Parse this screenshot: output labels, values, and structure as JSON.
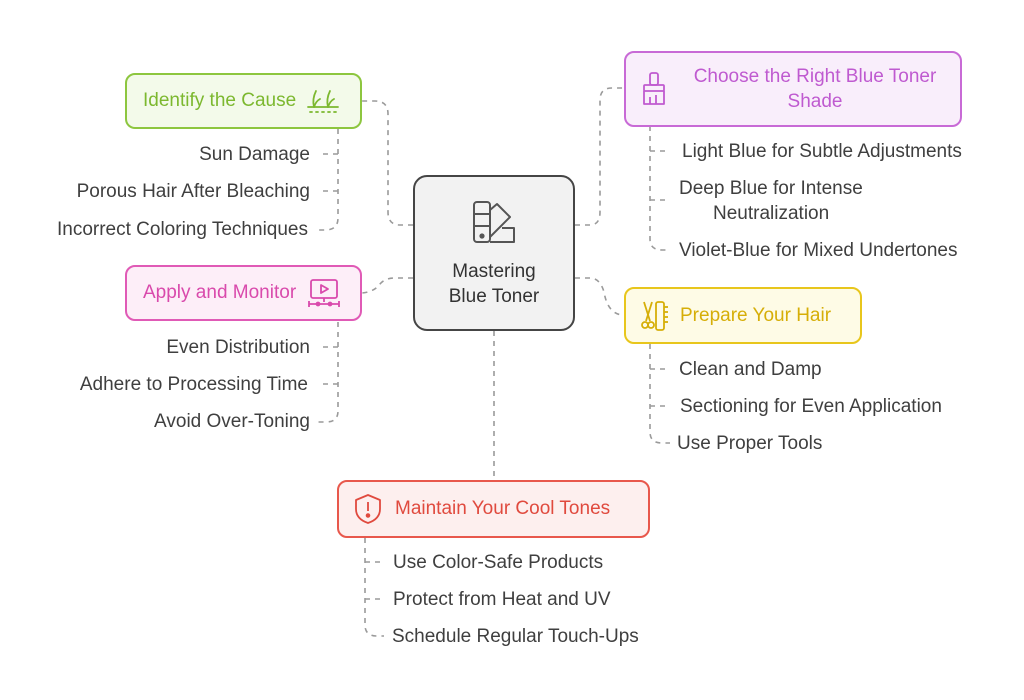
{
  "center": {
    "title_line1": "Mastering",
    "title_line2": "Blue Toner",
    "icon": "color-swatch-icon"
  },
  "branches": {
    "identify": {
      "title": "Identify the Cause",
      "icon": "hair-follicle-icon",
      "color": "#8dc63f",
      "fill": "#f3faea",
      "items": [
        "Sun Damage",
        "Porous Hair After Bleaching",
        "Incorrect Coloring Techniques"
      ]
    },
    "choose": {
      "title_line1": "Choose the Right Blue Toner",
      "title_line2": "Shade",
      "icon": "paint-brush-icon",
      "color": "#c86ad6",
      "fill": "#f9eefb",
      "items": [
        "Light Blue for Subtle Adjustments",
        "Deep Blue for Intense",
        "Neutralization",
        "Violet-Blue for Mixed Undertones"
      ]
    },
    "apply": {
      "title": "Apply and Monitor",
      "icon": "monitor-timeline-icon",
      "color": "#e05ab6",
      "fill": "#fdeef8",
      "items": [
        "Even Distribution",
        "Adhere to Processing Time",
        "Avoid Over-Toning"
      ]
    },
    "prepare": {
      "title": "Prepare Your Hair",
      "icon": "comb-scissors-icon",
      "color": "#e8c61c",
      "fill": "#fefbe6",
      "items": [
        "Clean and Damp",
        "Sectioning for Even Application",
        "Use Proper Tools"
      ]
    },
    "maintain": {
      "title": "Maintain Your Cool Tones",
      "icon": "shield-alert-icon",
      "color": "#e8584c",
      "fill": "#fdefee",
      "items": [
        "Use Color-Safe Products",
        "Protect from Heat and UV",
        "Schedule Regular Touch-Ups"
      ]
    }
  }
}
